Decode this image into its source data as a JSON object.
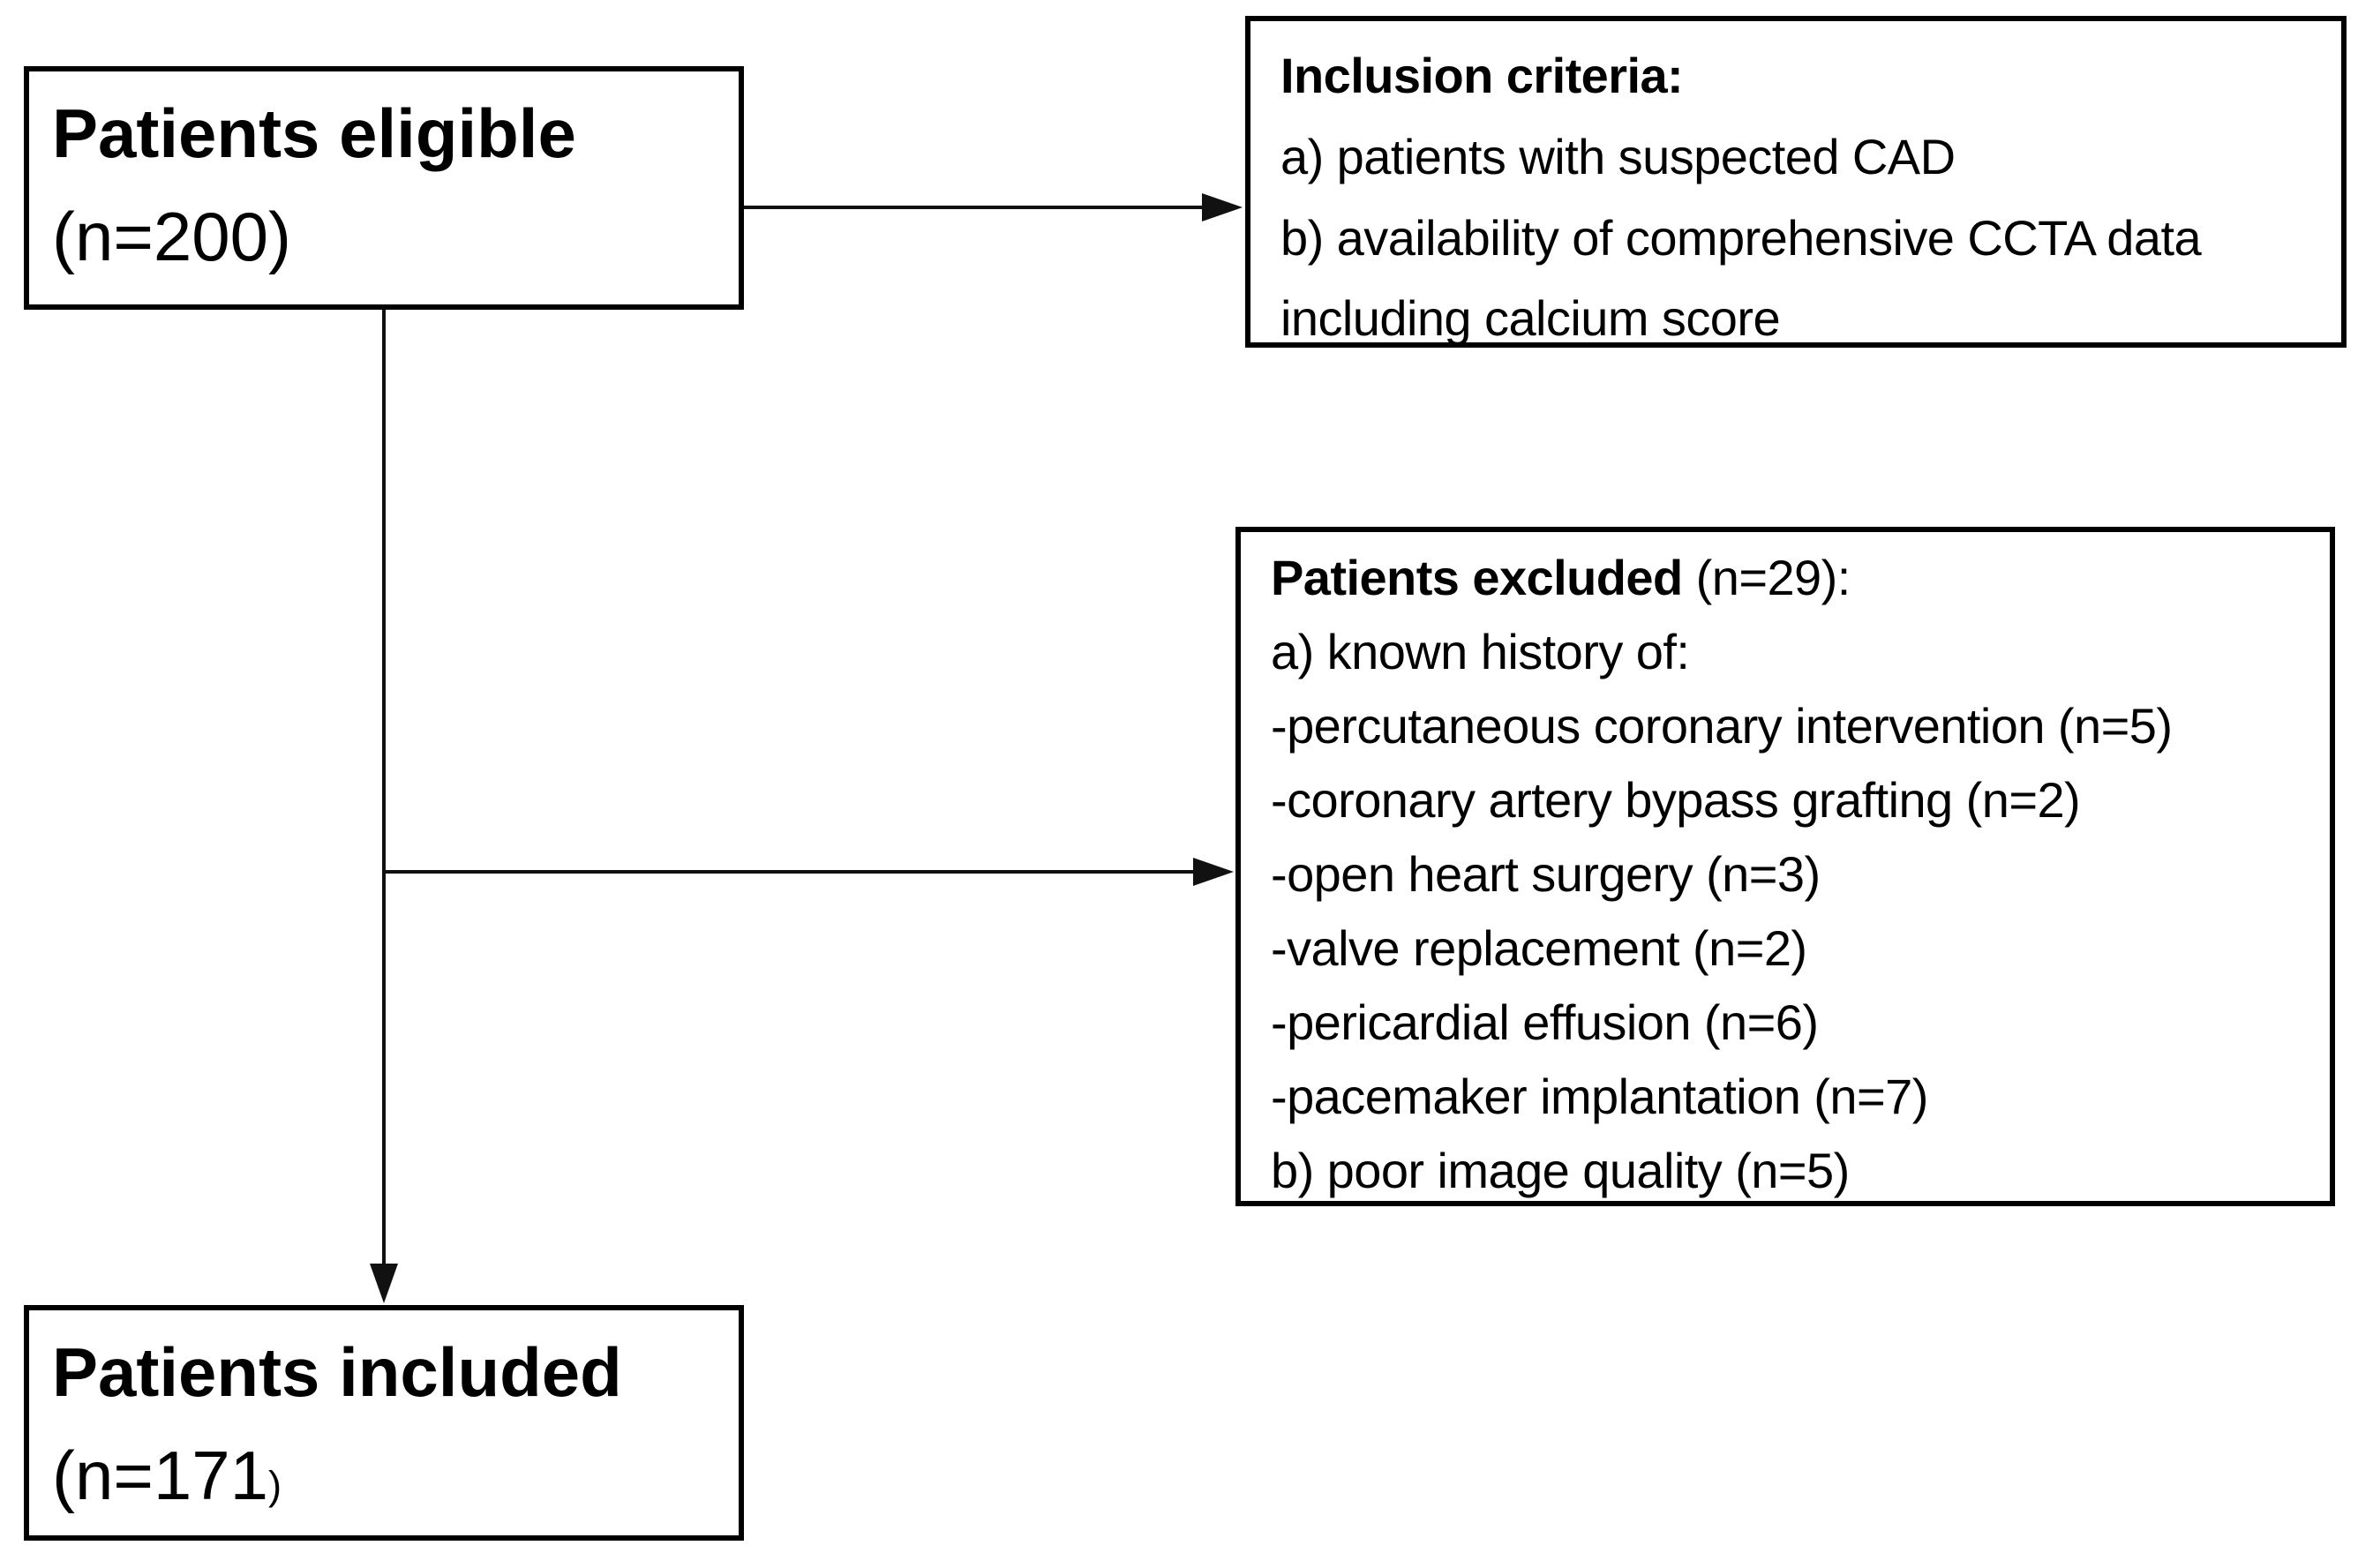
{
  "figure": {
    "background_color": "#ffffff",
    "line_color": "#111111",
    "boxes": {
      "eligible": {
        "title": "Patients eligible",
        "count": "(n=200)"
      },
      "inclusion_criteria": {
        "heading": "Inclusion criteria:",
        "lines": [
          "a) patients with suspected CAD",
          "b) availability of comprehensive CCTA data",
          "including calcium score"
        ]
      },
      "excluded": {
        "heading_bold": "Patients excluded",
        "heading_rest": " (n=29):",
        "lines": [
          "a) known history of:",
          "-percutaneous coronary intervention (n=5)",
          "-coronary artery bypass grafting (n=2)",
          "-open heart surgery (n=3)",
          "-valve replacement (n=2)",
          "-pericardial effusion (n=6)",
          "-pacemaker implantation (n=7)",
          "b) poor image quality (n=5)"
        ]
      },
      "included": {
        "title": "Patients included",
        "count_main": "(n=171",
        "count_close": ")"
      }
    }
  }
}
